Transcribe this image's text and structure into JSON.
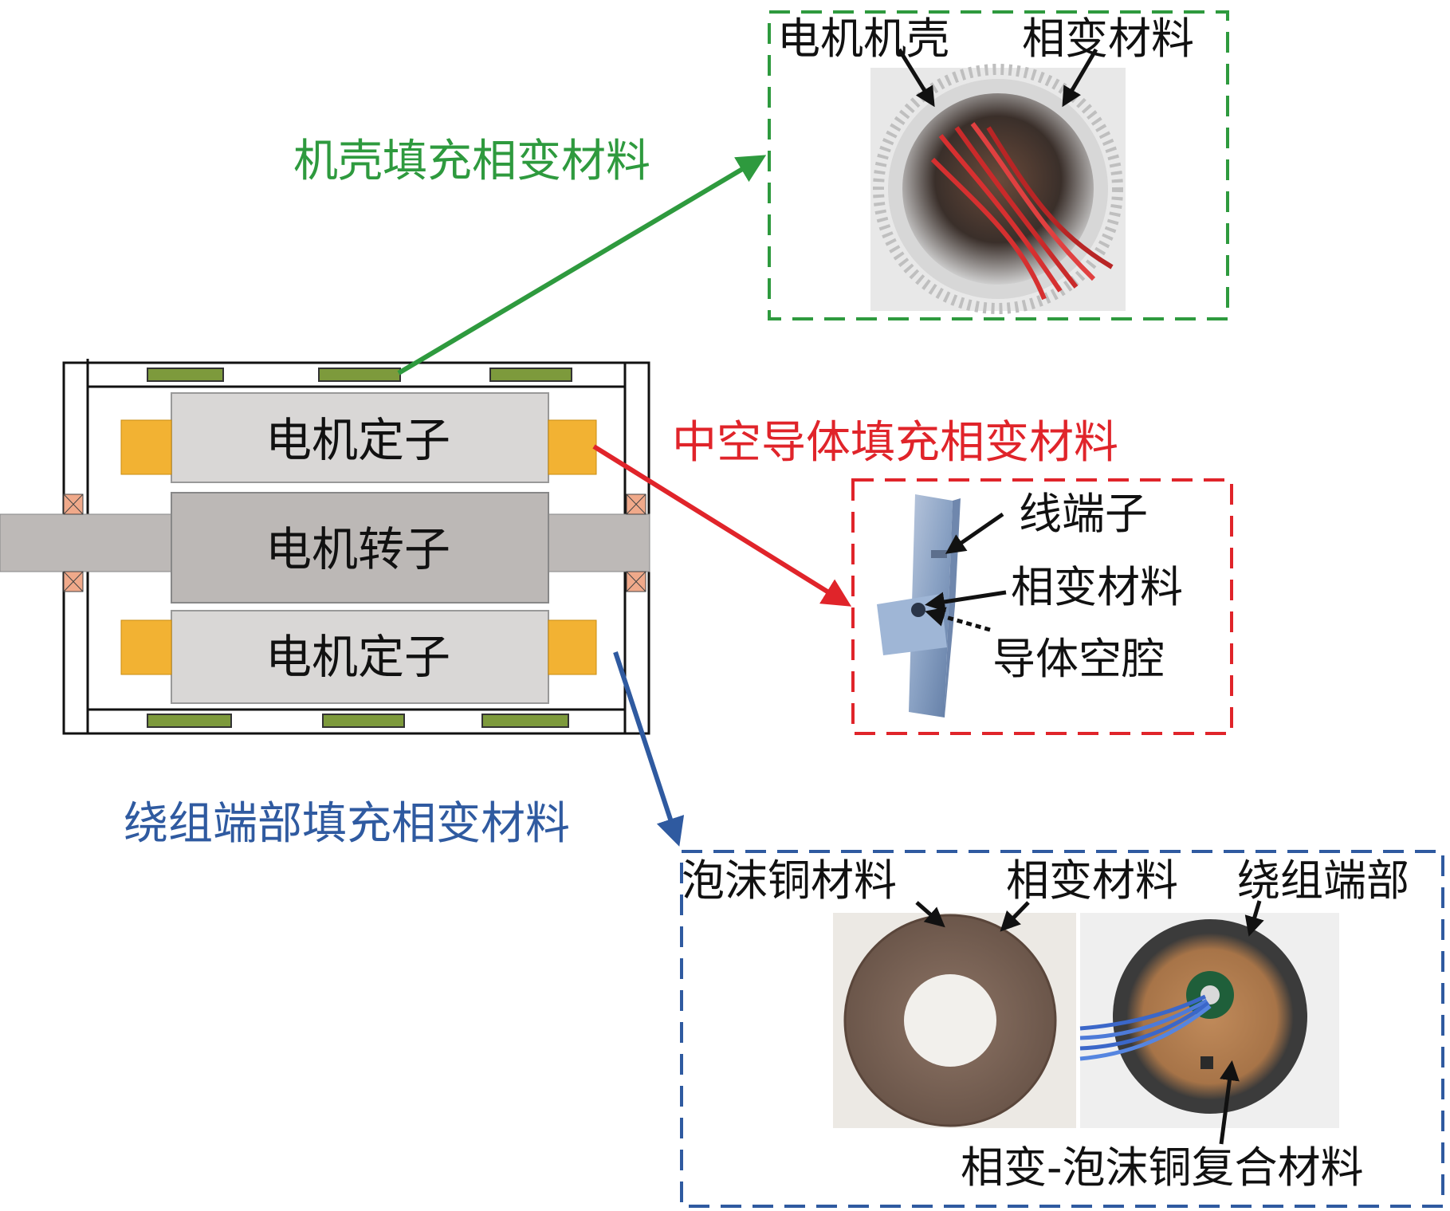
{
  "colors": {
    "green": "#2e9a3e",
    "red": "#e0242a",
    "blue": "#2f5aa0",
    "winding": "#f2b233",
    "pcm_strip": "#7d9a3c",
    "stator": "#d9d7d6",
    "rotor": "#bcb8b6",
    "bearing": "#f0a98a"
  },
  "motor": {
    "stator_top": "电机定子",
    "rotor": "电机转子",
    "stator_bottom": "电机定子"
  },
  "callouts": {
    "housing": "机壳填充相变材料",
    "conductor": "中空导体填充相变材料",
    "winding_end": "绕组端部填充相变材料"
  },
  "box_housing": {
    "label_housing": "电机机壳",
    "label_pcm": "相变材料"
  },
  "box_conductor": {
    "label_terminal": "线端子",
    "label_pcm": "相变材料",
    "label_cavity": "导体空腔"
  },
  "box_winding": {
    "label_foam": "泡沫铜材料",
    "label_pcm": "相变材料",
    "label_end": "绕组端部",
    "label_composite": "相变-泡沫铜复合材料"
  }
}
